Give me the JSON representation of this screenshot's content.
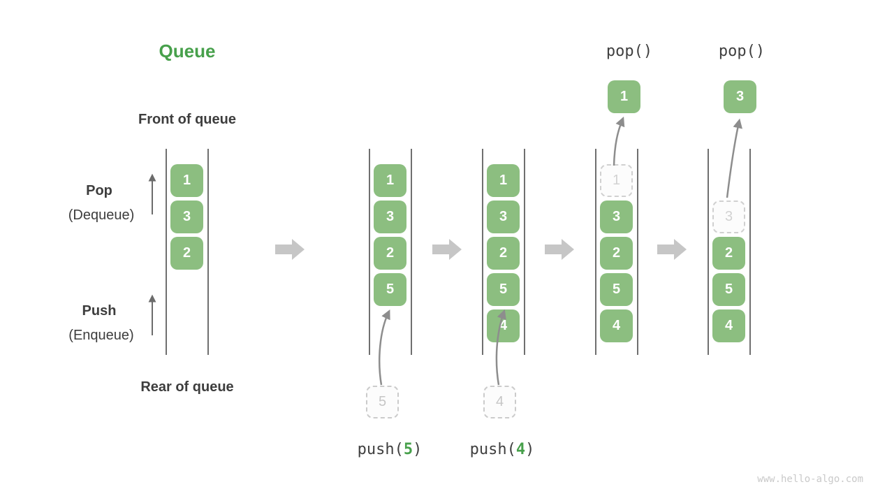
{
  "title": "Queue",
  "watermark": "www.hello-algo.com",
  "labels": {
    "front_of_queue": "Front of queue",
    "rear_of_queue": "Rear of queue",
    "pop_main": "Pop",
    "pop_sub": "(Dequeue)",
    "push_main": "Push",
    "push_sub": "(Enqueue)"
  },
  "colors": {
    "accent_green": "#47a04b",
    "box_green": "#8cbe80",
    "box_number_white": "#ffffff",
    "dark_text": "#3d3d3d",
    "dashed_gray": "#c6c6c6",
    "block_arrow_gray": "#c6c6c6",
    "queue_line_gray": "#6f6f6f",
    "curve_arrow_gray": "#8d8d8d"
  },
  "states": [
    {
      "name": "initial",
      "slots": [
        "1",
        "3",
        "2"
      ]
    },
    {
      "name": "after-push-5",
      "slots": [
        "1",
        "3",
        "2",
        "5"
      ],
      "staged_value": "5",
      "op": {
        "prefix": "push(",
        "value": "5",
        "suffix": ")"
      }
    },
    {
      "name": "after-push-4",
      "slots": [
        "1",
        "3",
        "2",
        "5",
        "4"
      ],
      "staged_value": "4",
      "op": {
        "prefix": "push(",
        "value": "4",
        "suffix": ")"
      }
    },
    {
      "name": "after-pop-1",
      "dashed_value": "1",
      "slots": [
        "3",
        "2",
        "5",
        "4"
      ],
      "popped_value": "1",
      "op_label": "pop()"
    },
    {
      "name": "after-pop-3",
      "dashed_value": "3",
      "slots": [
        "2",
        "5",
        "4"
      ],
      "popped_value": "3",
      "op_label": "pop()"
    }
  ]
}
